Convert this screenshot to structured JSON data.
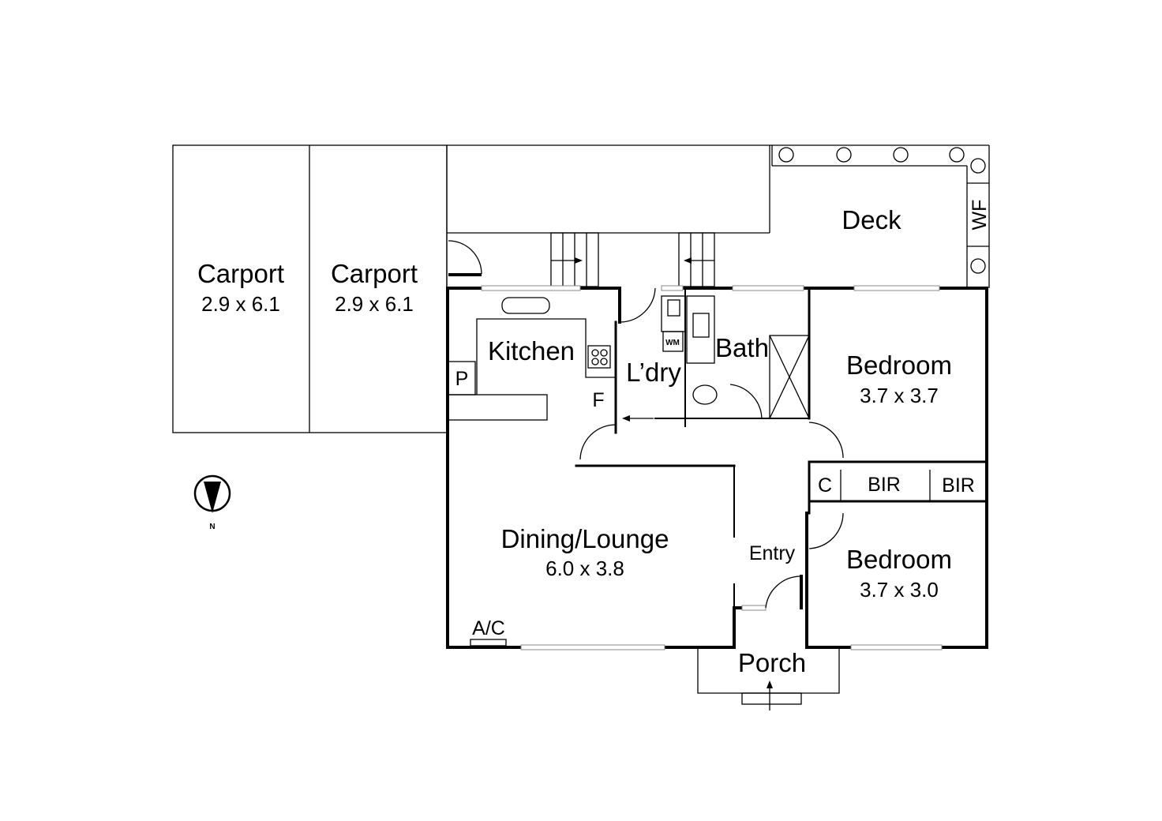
{
  "rooms": {
    "carport1": {
      "name": "Carport",
      "size": "2.9 x 6.1"
    },
    "carport2": {
      "name": "Carport",
      "size": "2.9 x 6.1"
    },
    "deck": {
      "name": "Deck"
    },
    "kitchen": {
      "name": "Kitchen"
    },
    "laundry": {
      "name": "L’dry"
    },
    "bath": {
      "name": "Bath"
    },
    "bedroom1": {
      "name": "Bedroom",
      "size": "3.7 x 3.7"
    },
    "bedroom2": {
      "name": "Bedroom",
      "size": "3.7 x 3.0"
    },
    "dining": {
      "name": "Dining/Lounge",
      "size": "6.0 x 3.8"
    },
    "entry": {
      "name": "Entry"
    },
    "porch": {
      "name": "Porch"
    }
  },
  "fixtures": {
    "pantry": "P",
    "fridge": "F",
    "washing_machine": "WM",
    "linen": "C",
    "bir1": "BIR",
    "bir2": "BIR",
    "aircon": "A/C",
    "woodfire": "WF"
  },
  "compass": {
    "label": "N"
  }
}
